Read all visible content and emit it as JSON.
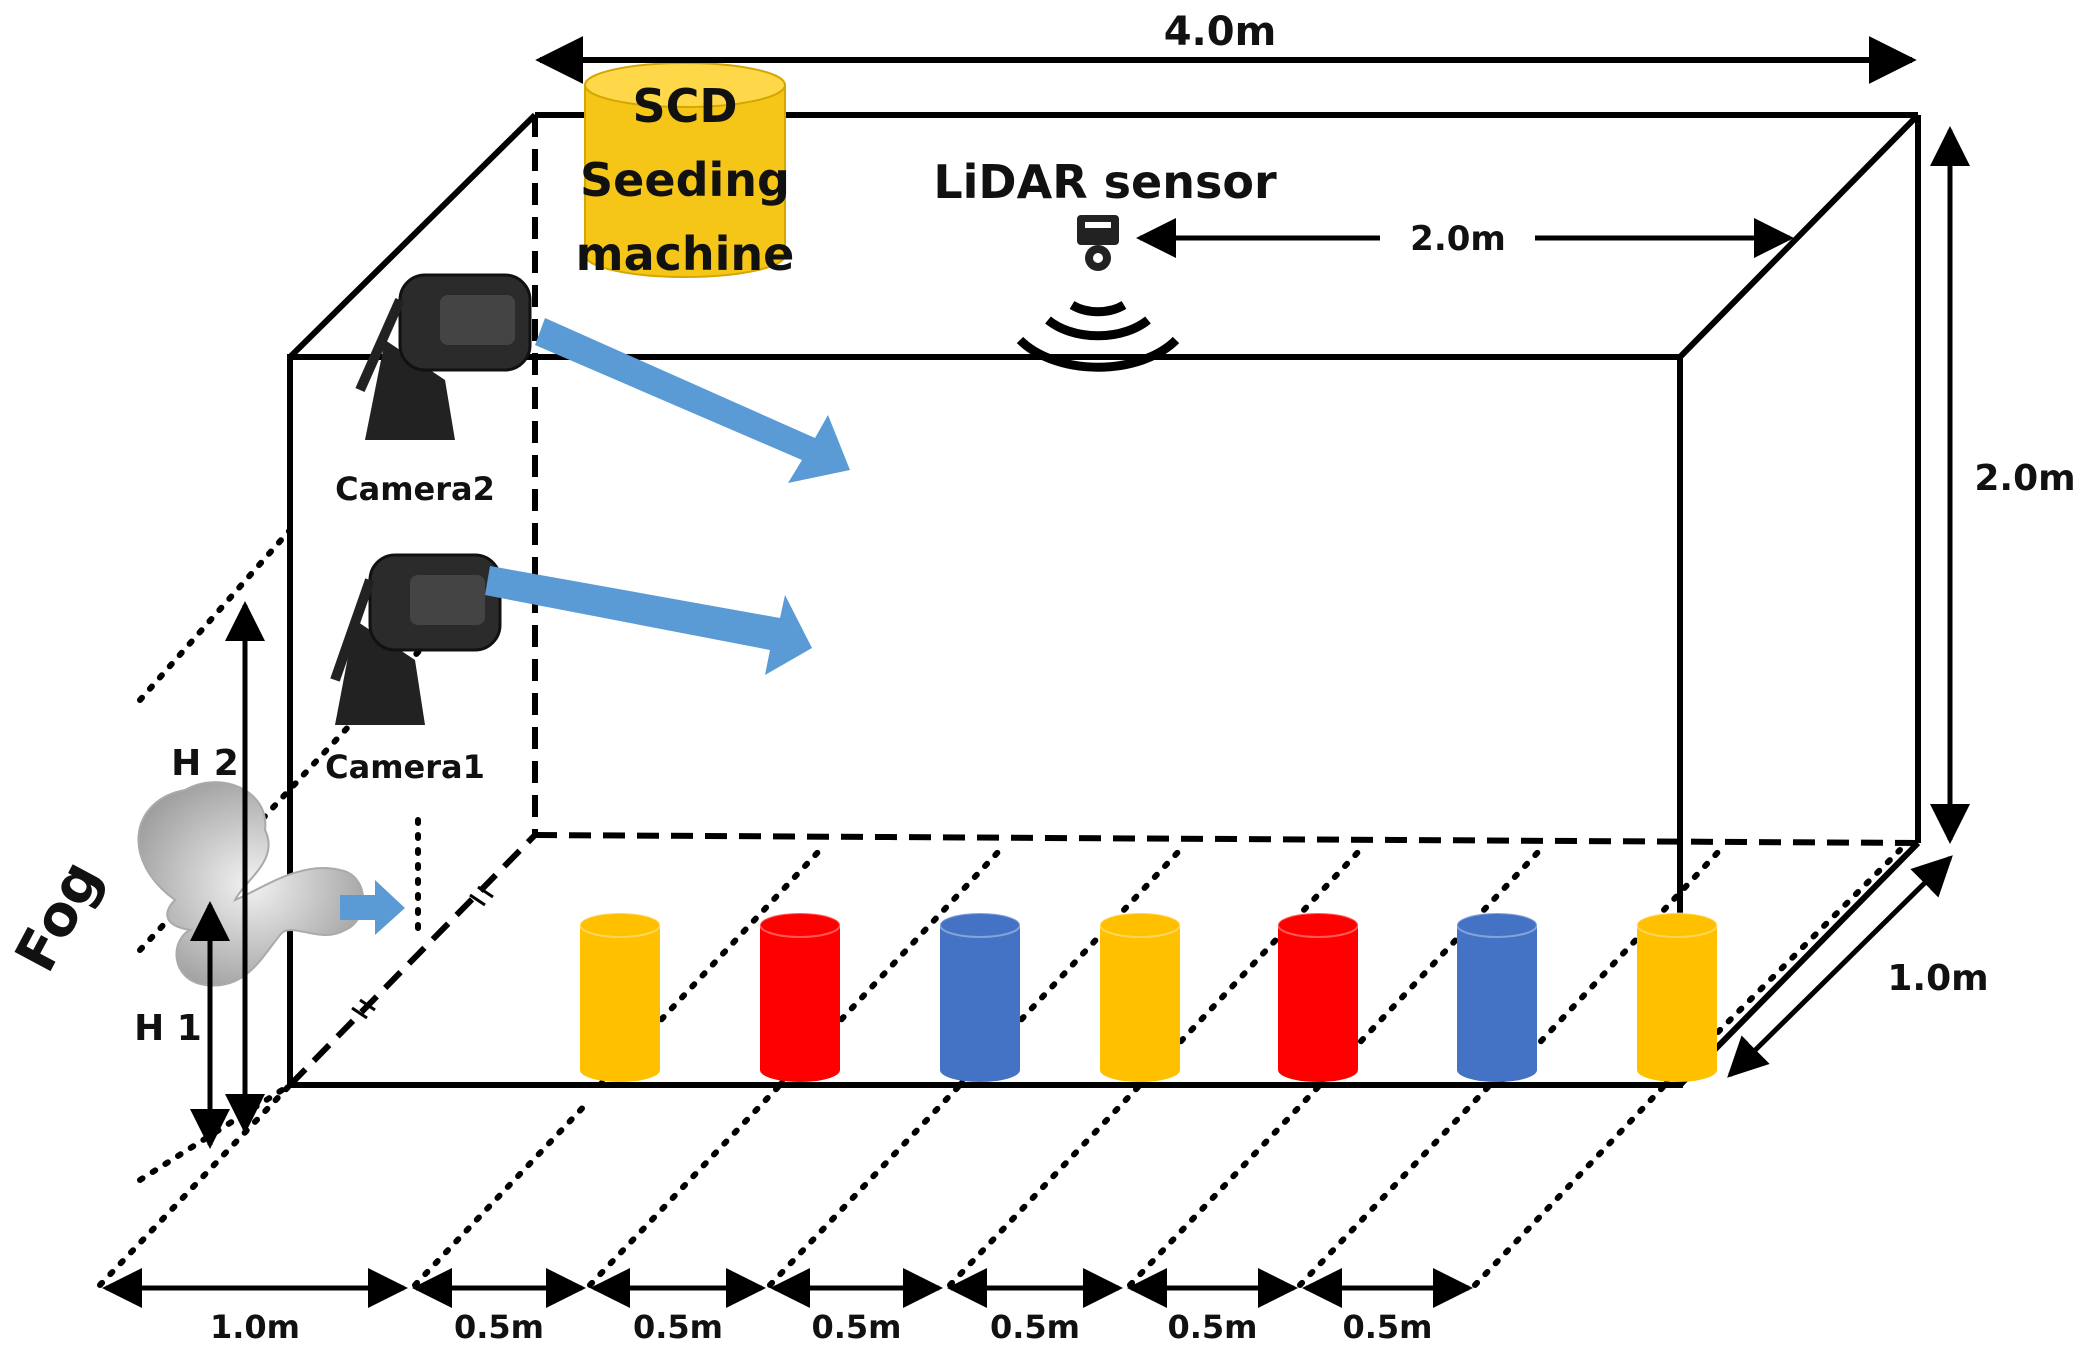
{
  "box": {
    "width_label": "4.0m",
    "height_label": "2.0m",
    "depth_label": "1.0m",
    "lidar_offset_label": "2.0m"
  },
  "seeding_machine": {
    "line1": "SCD",
    "line2": "Seeding",
    "line3": "machine",
    "color": "#f5c518"
  },
  "lidar": {
    "label": "LiDAR sensor"
  },
  "cameras": [
    {
      "label": "Camera2"
    },
    {
      "label": "Camera1"
    }
  ],
  "fog": {
    "label": "Fog"
  },
  "heights": {
    "h1": "H 1",
    "h2": "H 2"
  },
  "bottom_spacing": [
    "1.0m",
    "0.5m",
    "0.5m",
    "0.5m",
    "0.5m",
    "0.5m",
    "0.5m"
  ],
  "cylinders": [
    {
      "color": "#ffc000"
    },
    {
      "color": "#ff0000"
    },
    {
      "color": "#4472c4"
    },
    {
      "color": "#ffc000"
    },
    {
      "color": "#ff0000"
    },
    {
      "color": "#4472c4"
    },
    {
      "color": "#ffc000"
    }
  ],
  "colors": {
    "arrow_blue": "#5b9bd5",
    "line": "#000000"
  }
}
